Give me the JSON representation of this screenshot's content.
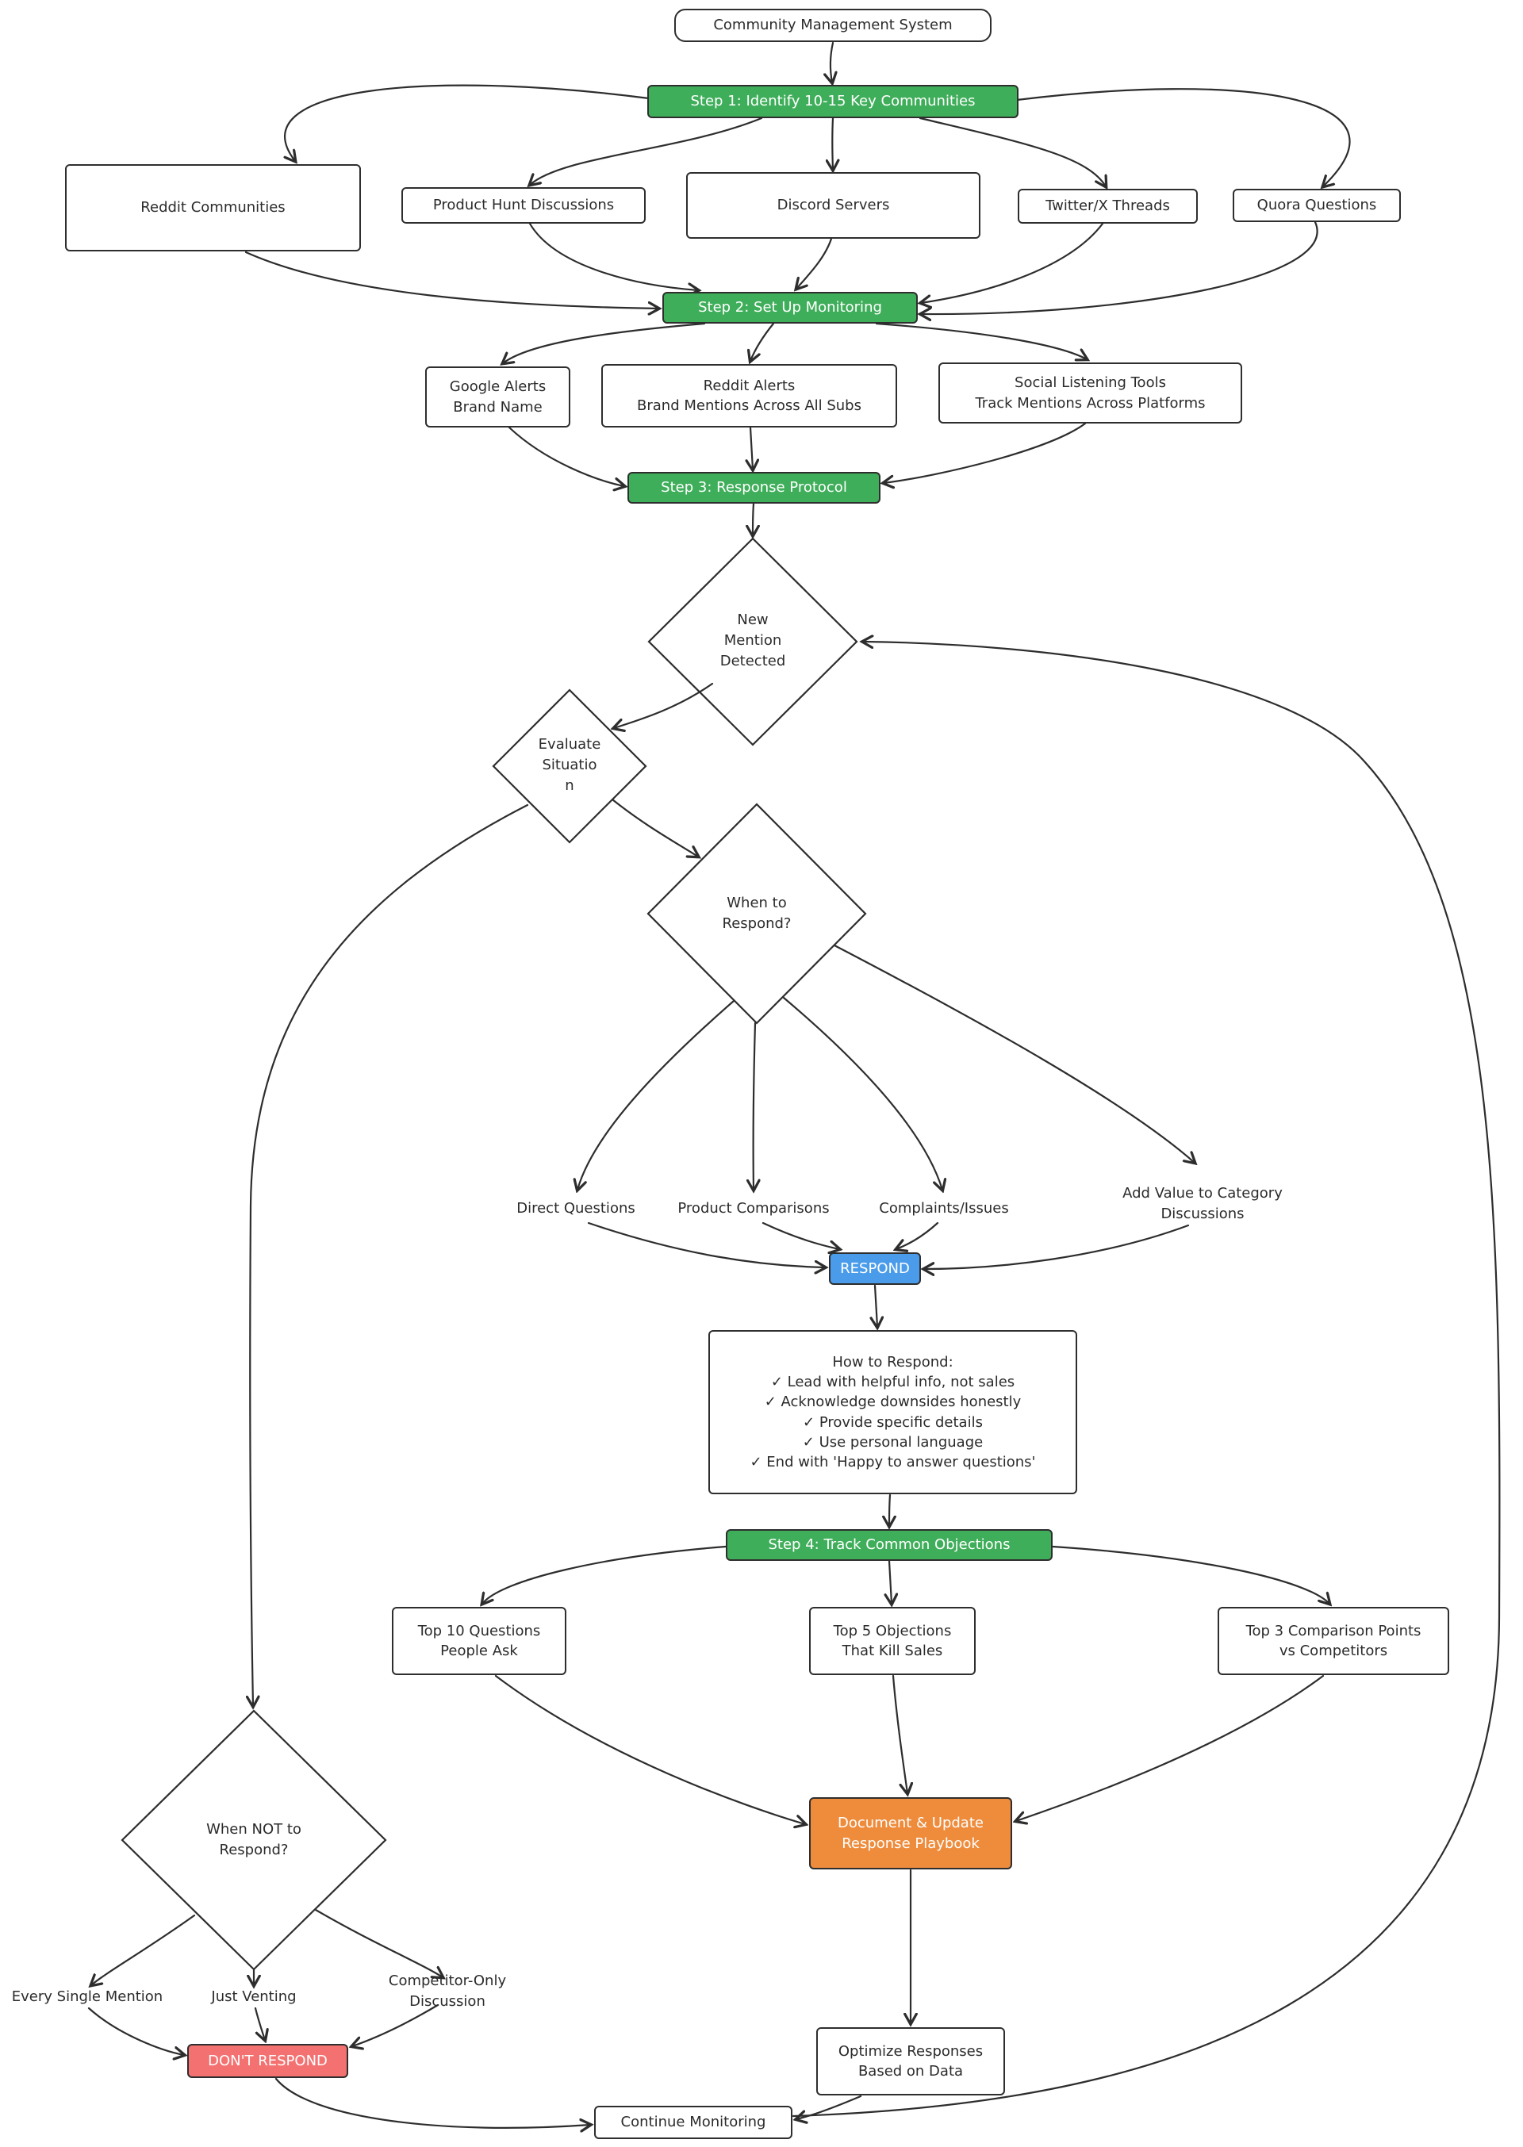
{
  "colors": {
    "step_green": "#3fae5a",
    "respond_blue": "#4a9ceb",
    "playbook_orange": "#ee8c3c",
    "dont_respond_red": "#f47171",
    "stroke": "#2d2d2d"
  },
  "title": "Community Management System",
  "steps": {
    "step1": "Step 1: Identify 10-15 Key Communities",
    "step2": "Step 2: Set Up Monitoring",
    "step3": "Step 3: Response Protocol",
    "step4": "Step 4: Track Common Objections"
  },
  "communities": {
    "reddit": "Reddit Communities",
    "product_hunt": "Product Hunt Discussions",
    "discord": "Discord Servers",
    "twitter": "Twitter/X Threads",
    "quora": "Quora Questions"
  },
  "monitoring": {
    "google": "Google Alerts\nBrand Name",
    "reddit": "Reddit Alerts\nBrand Mentions Across All Subs",
    "social": "Social Listening Tools\nTrack Mentions Across Platforms"
  },
  "decisions": {
    "new_mention": "New\nMention\nDetected",
    "evaluate": "Evaluate\nSituatio\nn",
    "when_respond": "When to\nRespond?",
    "when_not": "When NOT to\nRespond?"
  },
  "respond_reasons": {
    "direct": "Direct Questions",
    "comparisons": "Product Comparisons",
    "complaints": "Complaints/Issues",
    "add_value": "Add Value to Category\nDiscussions"
  },
  "respond": "RESPOND",
  "how_to": {
    "title": "How to Respond:",
    "items": [
      "✓ Lead with helpful info, not sales",
      "✓ Acknowledge downsides honestly",
      "✓ Provide specific details",
      "✓ Use personal language",
      "✓ End with 'Happy to answer questions'"
    ]
  },
  "objections": {
    "top10": "Top 10 Questions\nPeople Ask",
    "top5": "Top 5 Objections\nThat Kill Sales",
    "top3": "Top 3 Comparison Points\nvs Competitors"
  },
  "playbook": "Document & Update\nResponse Playbook",
  "optimize": "Optimize Responses\nBased on Data",
  "continue_monitoring": "Continue Monitoring",
  "dont_reasons": {
    "every": "Every Single Mention",
    "venting": "Just Venting",
    "competitor": "Competitor-Only\nDiscussion"
  },
  "dont_respond": "DON'T RESPOND"
}
